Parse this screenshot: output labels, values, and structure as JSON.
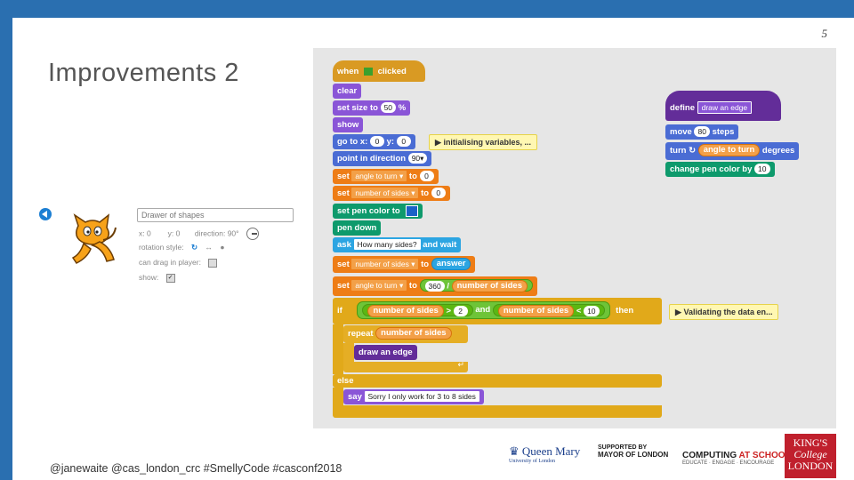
{
  "page_number": "5",
  "title": "Improvements 2",
  "footer": "@janewaite @cas_london_crc #SmellyCode #casconf2018",
  "sprite": {
    "name": "Drawer of shapes",
    "x_label": "x: 0",
    "y_label": "y: 0",
    "direction_label": "direction: 90°",
    "rotation_label": "rotation style:",
    "drag_label": "can drag in player:",
    "show_label": "show:"
  },
  "script_main": {
    "when": "when",
    "clicked": "clicked",
    "clear": "clear",
    "set_size": "set size to",
    "size_val": "50",
    "percent": "%",
    "show": "show",
    "go_to": "go to x:",
    "x_val": "0",
    "y_lbl": "y:",
    "y_val": "0",
    "comment1": "initialising variables, ...",
    "point_dir": "point in direction",
    "dir_val": "90▾",
    "set1": "set",
    "var_angle": "angle to turn ▾",
    "to1": "to",
    "val_angle": "0",
    "set2": "set",
    "var_sides": "number of sides ▾",
    "to2": "to",
    "val_sides": "0",
    "pen_color": "set pen color to",
    "pen_down": "pen down",
    "ask": "ask",
    "ask_q": "How many sides?",
    "and_wait": "and wait",
    "set3": "set",
    "var_sides2": "number of sides ▾",
    "to3": "to",
    "answer": "answer",
    "set4": "set",
    "var_angle2": "angle to turn ▾",
    "to4": "to",
    "num360": "360",
    "slash": "/",
    "rep_sides1": "number of sides",
    "if": "if",
    "rep_sides2": "number of sides",
    "gt": ">",
    "gt_val": "2",
    "and": "and",
    "rep_sides3": "number of sides",
    "lt": "<",
    "lt_val": "10",
    "then": "then",
    "comment2": "Validating the data en...",
    "repeat": "repeat",
    "rep_sides4": "number of sides",
    "draw_edge": "draw an edge",
    "else": "else",
    "say": "say",
    "say_msg": "Sorry I only work for 3 to 8 sides"
  },
  "script_define": {
    "define": "define",
    "name": "draw an edge",
    "move": "move",
    "move_val": "80",
    "steps": "steps",
    "turn": "turn",
    "turn_icon": "↻",
    "angle": "angle to turn",
    "degrees": "degrees",
    "change_pen": "change pen color by",
    "change_val": "10"
  },
  "logos": {
    "qm": "Queen Mary",
    "qm_sub": "University of London",
    "mayor_sup": "SUPPORTED BY",
    "mayor": "MAYOR OF LONDON",
    "cas_a": "COMPUTING",
    "cas_b": "AT SCHOOL",
    "cas_sub": "EDUCATE · ENGAGE · ENCOURAGE",
    "kings_1": "KING'S",
    "kings_2": "College",
    "kings_3": "LONDON"
  }
}
